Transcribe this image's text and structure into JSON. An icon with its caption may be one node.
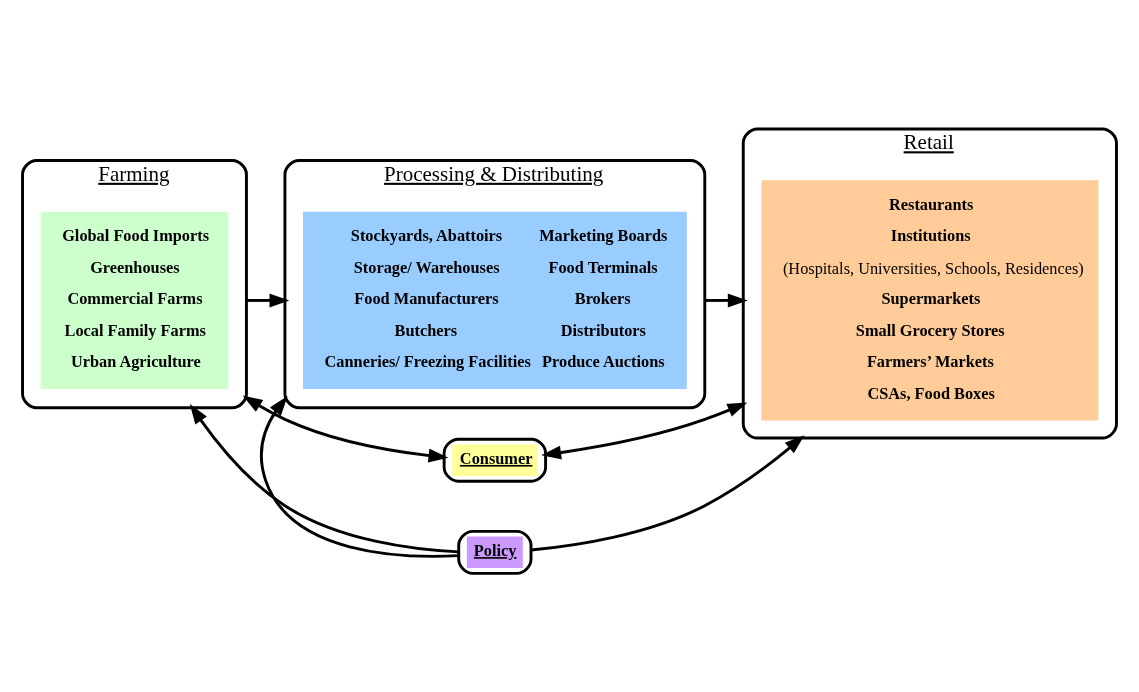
{
  "diagram": {
    "nodes": [
      {
        "text": [
          "Farming"
        ]
      },
      {
        "text": [
          "Global Food Imports",
          "Greenhouses",
          "Commercial Farms",
          "Local Family Farms",
          "Urban Agriculture"
        ],
        "in": 0
      },
      {
        "text": [
          "Processing & Distributing"
        ]
      },
      {
        "text": [
          "Stockyards, Abattoirs",
          "Marketing Boards",
          "Storage/ Warehouses",
          "Food Terminals",
          "Food Manufacturers",
          "Brokers",
          "Butchers",
          "Distributors",
          "Canneries/ Freezing Facilities",
          "Produce Auctions"
        ],
        "in": 2
      },
      {
        "text": [
          "Retail"
        ]
      },
      {
        "text": [
          "Restaurants",
          "Institutions",
          "(Hospitals, Universities, Schools, Residences)",
          "Supermarkets",
          "Small Grocery Stores",
          "Farmers’ Markets",
          "CSAs, Food Boxes"
        ],
        "in": 4
      },
      {
        "text": [
          "Policy"
        ]
      },
      {
        "text": [
          "Consumer"
        ]
      }
    ],
    "edges": [
      {
        "from": 0,
        "to": 2,
        "arrow": "to"
      },
      {
        "from": 2,
        "to": 4,
        "arrow": "to"
      },
      {
        "from": 6,
        "to": 2,
        "arrow": "to"
      },
      {
        "from": 6,
        "to": 0,
        "arrow": "to"
      },
      {
        "from": 6,
        "to": 4,
        "arrow": "to"
      },
      {
        "from": 0,
        "to": 7,
        "arrow": "both"
      },
      {
        "from": 4,
        "to": 7,
        "arrow": "both"
      }
    ]
  }
}
